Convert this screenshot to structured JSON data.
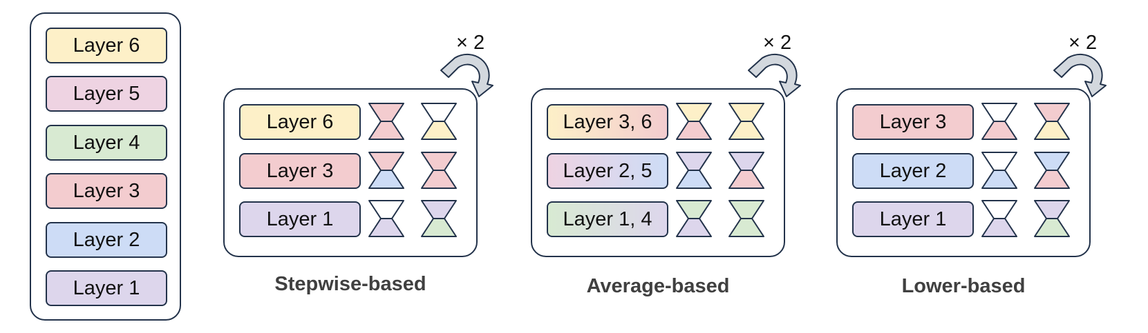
{
  "colors": {
    "layer6": "#fdf0c8",
    "layer5": "#eed3e2",
    "layer4": "#d8ead2",
    "layer3": "#f3cccf",
    "layer2": "#cddcf6",
    "layer1": "#ddd6ec",
    "border": "#22324a",
    "arrow": "#d3d8de",
    "white": "#ffffff"
  },
  "stack": {
    "layers": [
      {
        "label": "Layer 6",
        "color": "layer6"
      },
      {
        "label": "Layer 5",
        "color": "layer5"
      },
      {
        "label": "Layer 4",
        "color": "layer4"
      },
      {
        "label": "Layer 3",
        "color": "layer3"
      },
      {
        "label": "Layer 2",
        "color": "layer2"
      },
      {
        "label": "Layer 1",
        "color": "layer1"
      }
    ]
  },
  "methods": [
    {
      "caption": "Stepwise-based",
      "repeat": "× 2",
      "rows": [
        {
          "label": "Layer 6",
          "fill": [
            "layer6"
          ],
          "glass1": [
            "layer3",
            "layer3"
          ],
          "glass2": [
            "white",
            "layer6"
          ]
        },
        {
          "label": "Layer 3",
          "fill": [
            "layer3"
          ],
          "glass1": [
            "layer3",
            "layer2"
          ],
          "glass2": [
            "layer3",
            "layer3"
          ]
        },
        {
          "label": "Layer 1",
          "fill": [
            "layer1"
          ],
          "glass1": [
            "white",
            "layer1"
          ],
          "glass2": [
            "layer1",
            "layer4"
          ]
        }
      ]
    },
    {
      "caption": "Average-based",
      "repeat": "× 2",
      "rows": [
        {
          "label": "Layer 3, 6",
          "fill": [
            "layer6",
            "layer3"
          ],
          "glass1": [
            "layer6",
            "layer3"
          ],
          "glass2": [
            "layer6",
            "layer6"
          ]
        },
        {
          "label": "Layer 2, 5",
          "fill": [
            "layer5",
            "layer2"
          ],
          "glass1": [
            "layer1",
            "layer2"
          ],
          "glass2": [
            "layer1",
            "layer3"
          ]
        },
        {
          "label": "Layer 1, 4",
          "fill": [
            "layer4",
            "layer1"
          ],
          "glass1": [
            "layer4",
            "layer1"
          ],
          "glass2": [
            "layer4",
            "layer4"
          ]
        }
      ]
    },
    {
      "caption": "Lower-based",
      "repeat": "× 2",
      "rows": [
        {
          "label": "Layer 3",
          "fill": [
            "layer3"
          ],
          "glass1": [
            "white",
            "layer3"
          ],
          "glass2": [
            "layer3",
            "layer6"
          ]
        },
        {
          "label": "Layer 2",
          "fill": [
            "layer2"
          ],
          "glass1": [
            "white",
            "layer2"
          ],
          "glass2": [
            "layer2",
            "layer3"
          ]
        },
        {
          "label": "Layer 1",
          "fill": [
            "layer1"
          ],
          "glass1": [
            "white",
            "layer1"
          ],
          "glass2": [
            "layer1",
            "layer4"
          ]
        }
      ]
    }
  ]
}
